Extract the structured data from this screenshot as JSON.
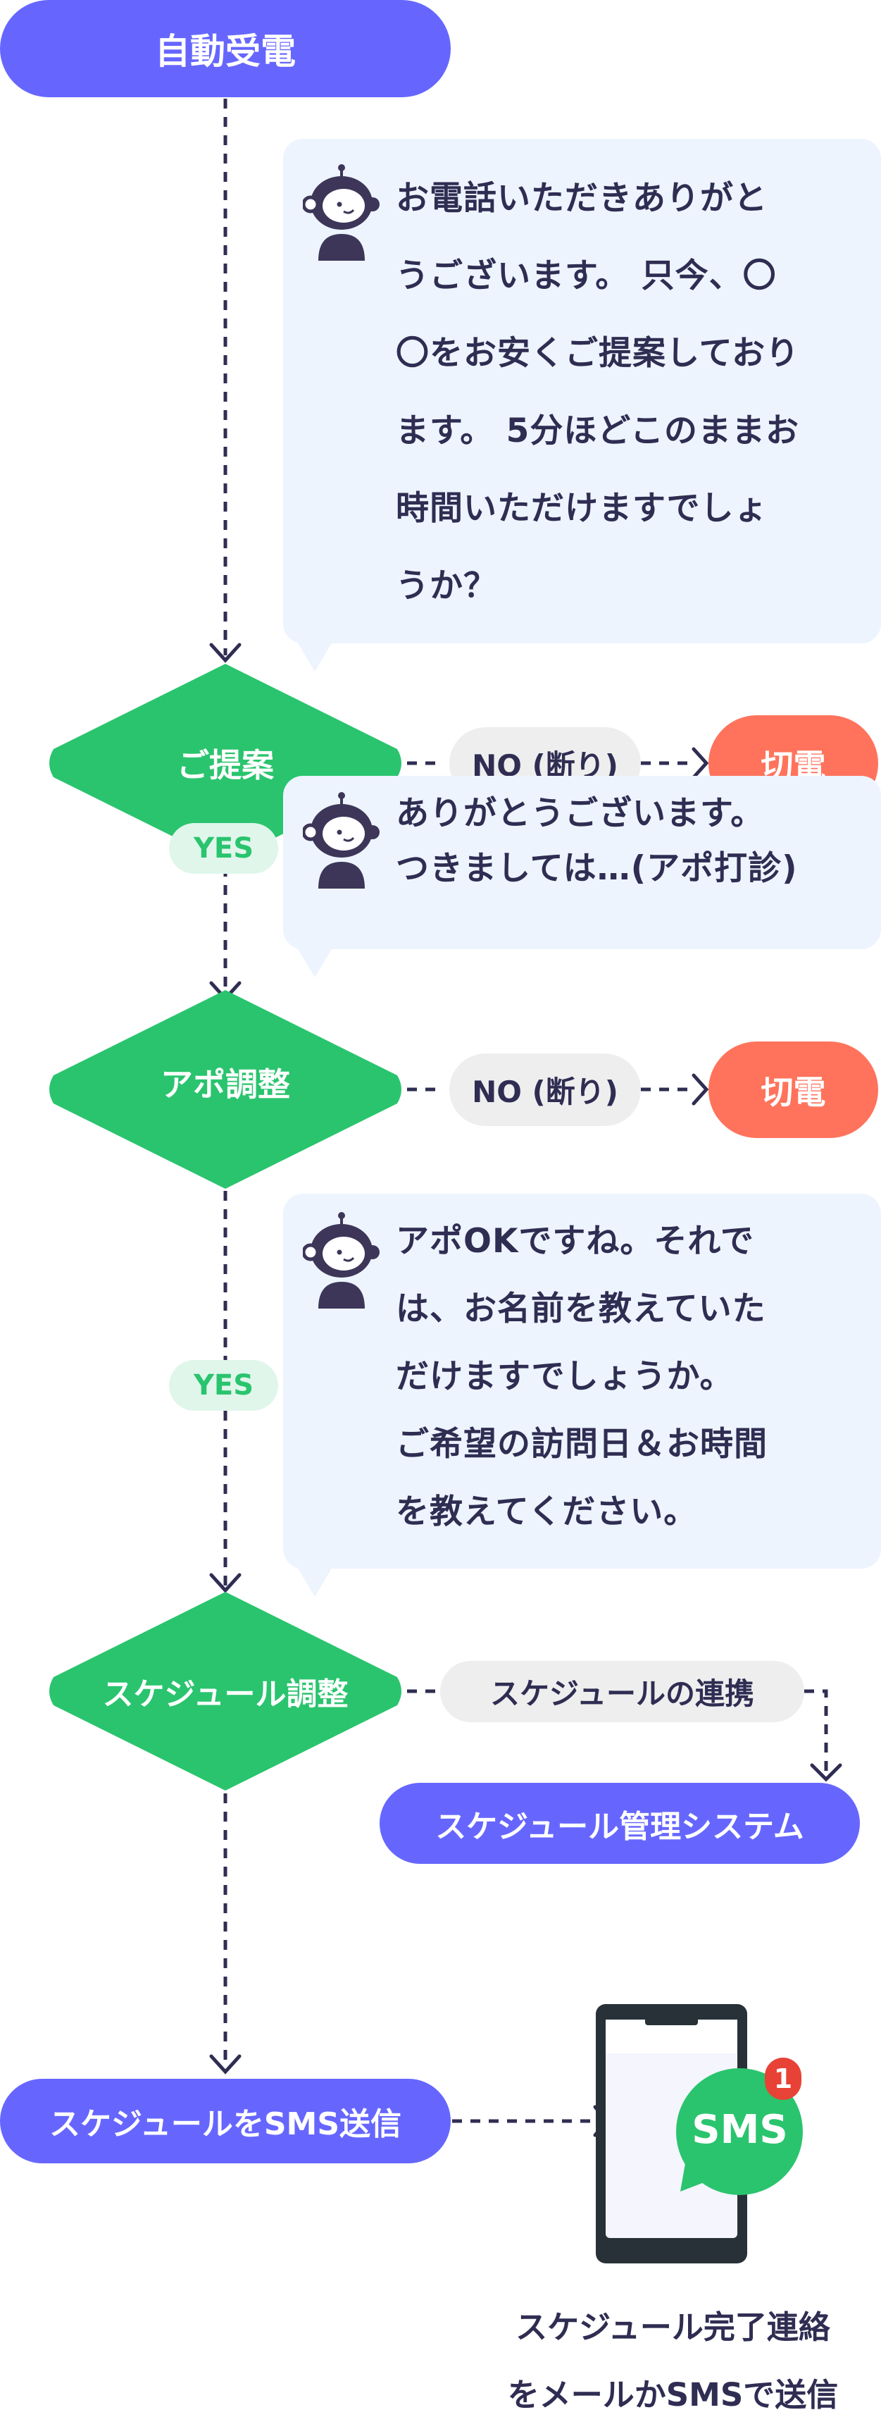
{
  "start": {
    "label": "自動受電"
  },
  "bubbles": [
    {
      "lines": [
        "お電話いただきありがと",
        "うございます。 只今、〇",
        "〇をお安くご提案しており",
        "ます。 5分ほどこのままお",
        "時間いただけますでしょ",
        "うか？"
      ]
    },
    {
      "lines": [
        "ありがとうございます。",
        "つきましては…(アポ打診)"
      ]
    },
    {
      "lines": [
        "アポOKですね。それで",
        "は、お名前を教えていた",
        "だけますでしょうか。",
        "ご希望の訪問日＆お時間",
        "を教えてください。"
      ]
    }
  ],
  "decisions": [
    {
      "label": "ご提案",
      "branch_label": "NO (断り)",
      "end_label": "切電"
    },
    {
      "label": "アポ調整",
      "branch_label": "NO (断り)",
      "end_label": "切電"
    },
    {
      "label": "スケジュール調整",
      "branch_label": "スケジュールの連携",
      "end_label": "スケジュール管理システム"
    }
  ],
  "yes_labels": [
    "YES",
    "YES"
  ],
  "final": {
    "label": "スケジュールをSMS送信",
    "phone_badge": "SMS",
    "notification_count": "1",
    "caption": [
      "スケジュール完了連絡",
      "をメールかSMSで送信"
    ]
  },
  "colors": {
    "primary": "#6666ff",
    "green": "#2ac46e",
    "red": "#ff735c",
    "bubble": "#edf4fe",
    "text": "#2f2d52"
  }
}
